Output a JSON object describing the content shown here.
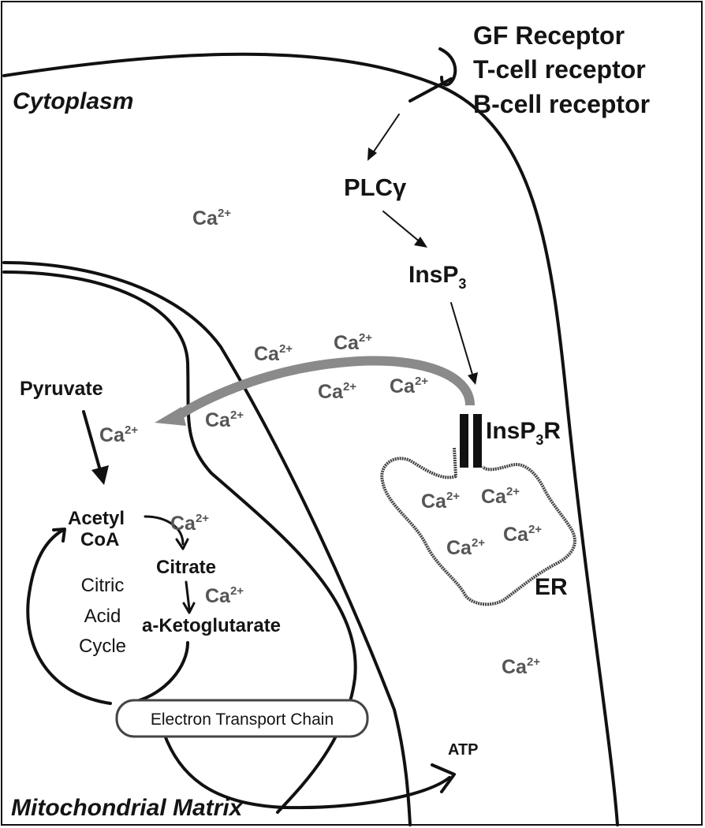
{
  "regions": {
    "cytoplasm": "Cytoplasm",
    "matrix": "Mitochondrial Matrix"
  },
  "receptors": [
    "GF Receptor",
    "T-cell receptor",
    "B-cell receptor"
  ],
  "pathway": {
    "plc": "PLCγ",
    "insp3_base": "InsP",
    "insp3_sub": "3",
    "insp3r_base": "InsP",
    "insp3r_sub": "3",
    "insp3r_end": "R",
    "er": "ER"
  },
  "ion": {
    "base": "Ca",
    "charge": "2+"
  },
  "cycle": {
    "pyruvate": "Pyruvate",
    "acetyl": "Acetyl",
    "coa": "CoA",
    "citrate": "Citrate",
    "ketoglutarate": "a-Ketoglutarate",
    "name_lines": [
      "Citric",
      "Acid",
      "Cycle"
    ]
  },
  "etc": "Electron Transport Chain",
  "atp": "ATP",
  "colors": {
    "line": "#111111",
    "calcium": "#555555",
    "flux_arrow": "#8a8a8a",
    "er_outline": "#444444"
  }
}
